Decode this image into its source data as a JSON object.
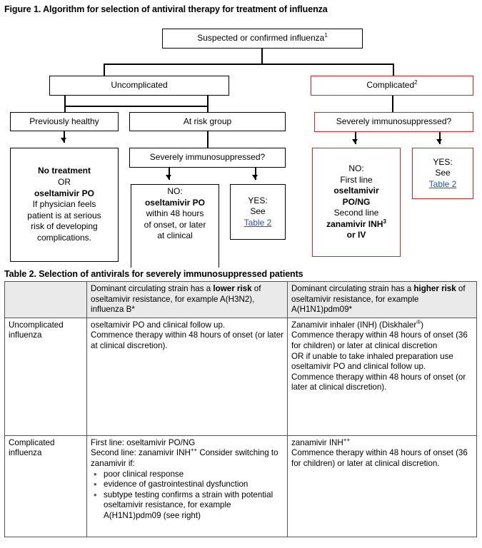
{
  "figure": {
    "title": "Figure 1. Algorithm for selection of antiviral therapy for treatment of influenza",
    "nodes": {
      "root": {
        "text": "Suspected or confirmed influenza",
        "sup": "1"
      },
      "uncomplicated": {
        "text": "Uncomplicated"
      },
      "complicated": {
        "text": "Complicated",
        "sup": "2"
      },
      "previously_healthy": {
        "text": "Previously healthy"
      },
      "at_risk": {
        "text": "At risk group"
      },
      "sev_immuno_left": {
        "text": "Severely immunosuppressed?"
      },
      "sev_immuno_right": {
        "text": "Severely immunosuppressed?"
      },
      "no_treatment": {
        "lines": [
          {
            "text": "No treatment",
            "bold": true
          },
          {
            "text": "OR",
            "bold": false
          },
          {
            "text": "oseltamivir PO",
            "bold": true
          },
          {
            "text": "If physician feels",
            "bold": false
          },
          {
            "text": "patient is at serious",
            "bold": false
          },
          {
            "text": "risk of developing",
            "bold": false
          },
          {
            "text": "complications.",
            "bold": false
          }
        ]
      },
      "no_left": {
        "lines": [
          {
            "text": "NO:",
            "bold": false
          },
          {
            "text": "oseltamivir PO",
            "bold": true
          },
          {
            "text": "within 48 hours",
            "bold": false
          },
          {
            "text": "of onset, or later",
            "bold": false
          },
          {
            "text": "at clinical",
            "bold": false
          }
        ]
      },
      "yes_left": {
        "lines": [
          {
            "text": "YES:",
            "bold": false
          },
          {
            "text": "See",
            "bold": false
          }
        ],
        "link": "Table 2"
      },
      "no_right": {
        "lines": [
          {
            "text": "NO:",
            "bold": false
          },
          {
            "text": "First line",
            "bold": false
          },
          {
            "text": "oseltamivir",
            "bold": true
          },
          {
            "text": "PO/NG",
            "bold": true
          },
          {
            "text": "Second line",
            "bold": false
          },
          {
            "text": "zanamivir INH",
            "bold": true,
            "sup": "3"
          },
          {
            "text": "or IV",
            "bold": true
          }
        ]
      },
      "yes_right": {
        "lines": [
          {
            "text": "YES:",
            "bold": false
          },
          {
            "text": "See",
            "bold": false
          }
        ],
        "link": "Table 2"
      }
    }
  },
  "table": {
    "title": "Table 2. Selection of antivirals for severely immunosuppressed patients",
    "headers": {
      "col0": "",
      "col1_parts": [
        {
          "text": "Dominant circulating strain has a ",
          "bold": false
        },
        {
          "text": "lower risk",
          "bold": true
        },
        {
          "text": " of oseltamivir resistance, for example A(H3N2), influenza B*",
          "bold": false
        }
      ],
      "col2_parts": [
        {
          "text": "Dominant circulating strain has a ",
          "bold": false
        },
        {
          "text": "higher risk",
          "bold": true
        },
        {
          "text": " of oseltamivir resistance, for example A(H1N1)pdm09*",
          "bold": false
        }
      ]
    },
    "rows": [
      {
        "label": "Uncomplicated influenza",
        "lower_risk": [
          "oseltamivir PO and clinical follow up.",
          "Commence therapy within 48 hours of onset (or later at clinical discretion)."
        ],
        "higher_risk_diskhaler": "Zanamivir inhaler (INH) (Diskhaler",
        "higher_risk": [
          "Commence therapy within 48 hours of onset (36 for children) or later at clinical discretion",
          "OR if unable to take inhaled preparation use oseltamivir PO and clinical follow up.",
          "Commence therapy within 48 hours of onset (or later at clinical discretion)."
        ]
      },
      {
        "label": "Complicated influenza",
        "lower_risk_line1": "First line: oseltamivir PO/NG",
        "lower_risk_line2_pre": "Second line: zanamivir INH",
        "lower_risk_line2_sup": "++",
        "lower_risk_line2_post": " Consider switching to zanamivir if:",
        "bullets": [
          "poor clinical response",
          "evidence of gastrointestinal dysfunction",
          "subtype testing confirms a strain with potential oseltamivir resistance, for example A(H1N1)pdm09 (see right)"
        ],
        "higher_risk_line1_pre": "zanamivir INH",
        "higher_risk_line1_sup": "++",
        "higher_risk": [
          "Commence therapy within 48 hours of onset (36 for children) or later at clinical discretion."
        ]
      }
    ]
  },
  "colors": {
    "red_border": "#ee1b24",
    "link": "#2a52be",
    "bullet": "#44568c",
    "header_bg": "#eaeaea"
  }
}
